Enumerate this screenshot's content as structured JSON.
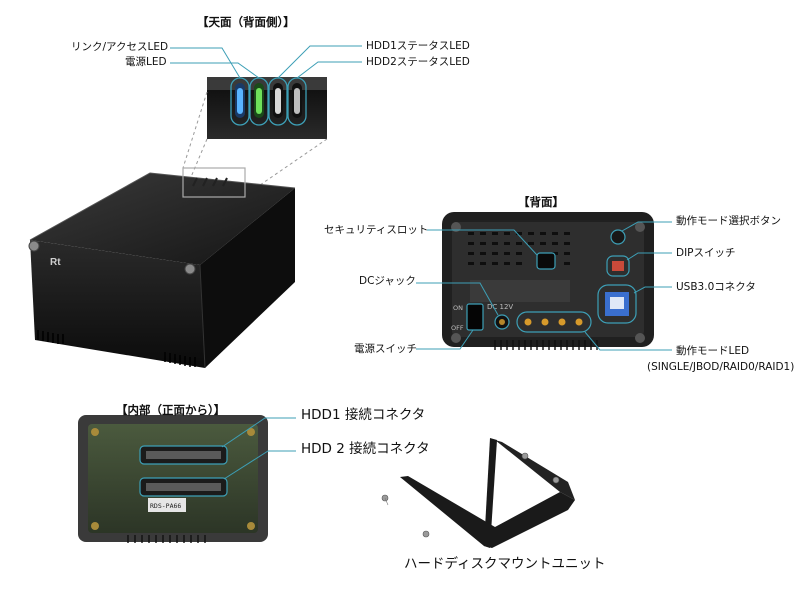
{
  "top_view": {
    "title": "【天面（背面側）】",
    "labels": {
      "link_access_led": "リンク/アクセスLED",
      "power_led": "電源LED",
      "hdd1_status_led": "HDD1ステータスLED",
      "hdd2_status_led": "HDD2ステータスLED"
    }
  },
  "rear_view": {
    "title": "【背面】",
    "labels": {
      "security_slot": "セキュリティスロット",
      "dc_jack": "DCジャック",
      "power_switch": "電源スイッチ",
      "mode_select_button": "動作モード選択ボタン",
      "dip_switch": "DIPスイッチ",
      "usb_connector": "USB3.0コネクタ",
      "mode_led": "動作モードLED",
      "mode_led_modes": "(SINGLE/JBOD/RAID0/RAID1)"
    },
    "panel_markings": {
      "dc_label": "DC 12V",
      "on_label": "ON",
      "off_label": "OFF"
    }
  },
  "inside_view": {
    "title": "【内部（正面から）】",
    "labels": {
      "hdd1_connector": "HDD1 接続コネクタ",
      "hdd2_connector": "HDD 2 接続コネクタ"
    },
    "pcb_marking": "RDS-PA66"
  },
  "mount": {
    "caption": "ハードディスクマウントユニット"
  },
  "colors": {
    "callout": "#3d9fb6",
    "enclosure": "#1a1a1a",
    "led_link": "#2f8fe8",
    "led_power": "#3ec43a"
  }
}
